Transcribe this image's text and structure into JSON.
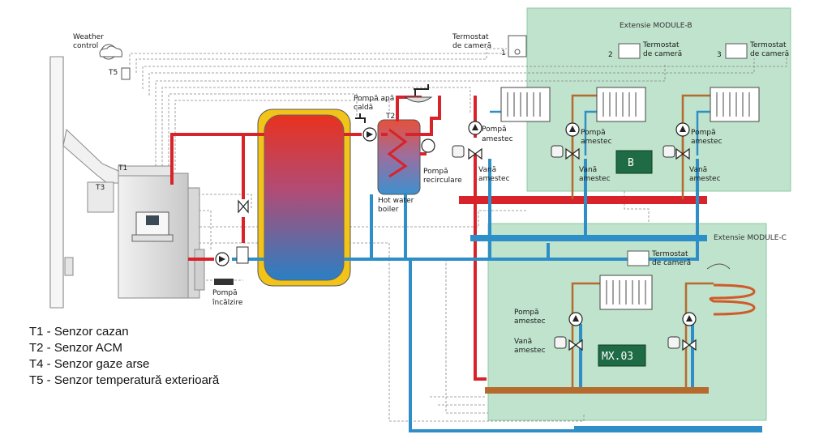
{
  "labels": {
    "weather_control": [
      "Weather",
      "control"
    ],
    "t5": "T5",
    "t1": "T1",
    "t3": "T3",
    "t2": "T2",
    "room_thermostat_main": [
      "Termostat",
      "de cameră"
    ],
    "thermostat_number_1": "1",
    "pump_dhw": [
      "Pompă apă",
      "caldă"
    ],
    "hot_water_boiler": [
      "Hot water",
      "boiler"
    ],
    "pump_recirc": [
      "Pompă",
      "recirculare"
    ],
    "pump_mix_main": [
      "Pompă",
      "amestec"
    ],
    "valve_mix_main": [
      "Vană",
      "amestec"
    ],
    "pump_heating": [
      "Pompă",
      "încălzire"
    ]
  },
  "module_b": {
    "title": "Extensie MODULE-B",
    "controller": "B",
    "thermostat_2_num": "2",
    "thermostat_3_num": "3",
    "thermostat_label": [
      "Termostat",
      "de cameră"
    ],
    "pump_label": [
      "Pompă",
      "amestec"
    ],
    "valve_label": [
      "Vană",
      "amestec"
    ]
  },
  "module_c": {
    "title": "Extensie MODULE-C",
    "controller": "MX.03",
    "thermostat_label": [
      "Termostat",
      "de cameră"
    ],
    "pump_label": [
      "Pompă",
      "amestec"
    ],
    "valve_label": [
      "Vană",
      "amestec"
    ]
  },
  "legend": [
    "T1 - Senzor cazan",
    "T2 - Senzor ACM",
    "T4 - Senzor gaze arse",
    "T5 - Senzor temperatură exterioară"
  ],
  "colors": {
    "module_bg": "#bfe3cc",
    "module_border": "#8fc9a6",
    "hot_pipe": "#d8232a",
    "cold_pipe": "#2e8fc8",
    "floor_pipe": "#b56a2e",
    "buffer_jacket": "#f2c318"
  }
}
